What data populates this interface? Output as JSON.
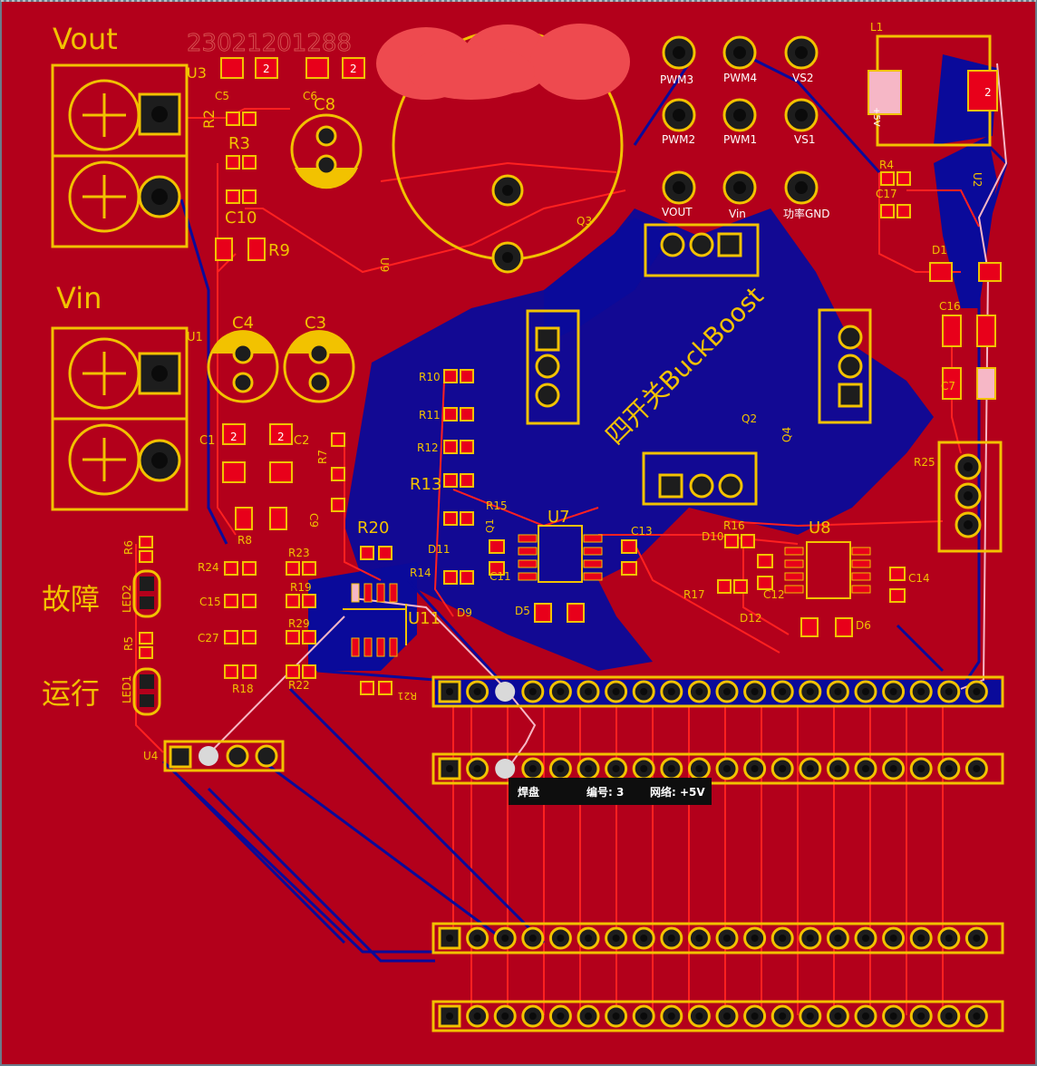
{
  "labels": {
    "vout_big": "Vout",
    "vin_big": "Vin",
    "fault": "故障",
    "run": "运行",
    "boost_text": "四开关BuckBoost",
    "board_code": "23021201288"
  },
  "test_points": [
    "PWM3",
    "PWM4",
    "VS2",
    "PWM2",
    "PWM1",
    "VS1",
    "VOUT",
    "Vin",
    "功率GND"
  ],
  "designators": [
    "U3",
    "C5",
    "C6",
    "C8",
    "R2",
    "R3",
    "C10",
    "R9",
    "U1",
    "C4",
    "C3",
    "C1",
    "C2",
    "R7",
    "C9",
    "R8",
    "R20",
    "R10",
    "R11",
    "R12",
    "R13",
    "R15",
    "D11",
    "C11",
    "U7",
    "C13",
    "D5",
    "D9",
    "R14",
    "U11",
    "R21",
    "R6",
    "LED2",
    "R24",
    "R23",
    "R19",
    "C15",
    "R29",
    "C27",
    "R18",
    "R22",
    "R5",
    "LED1",
    "U4",
    "Q1",
    "Q2",
    "Q3",
    "Q4",
    "U9",
    "L1",
    "R4",
    "C17",
    "U2",
    "D1",
    "C16",
    "C7",
    "R25",
    "D10",
    "R16",
    "U8",
    "C12",
    "R17",
    "D12",
    "C14",
    "D6"
  ],
  "pad_digit": "2",
  "l1_text": "+5V",
  "tooltip": {
    "title": "焊盘",
    "number": "编号: 3",
    "net": "网络: +5V"
  },
  "colors": {
    "board": "#b3001b",
    "silkscreen": "#f2c200",
    "bottom_copper": "#0a0a9a",
    "top_copper": "#ff2020",
    "tooltip_bg": "#0e0e0e"
  }
}
